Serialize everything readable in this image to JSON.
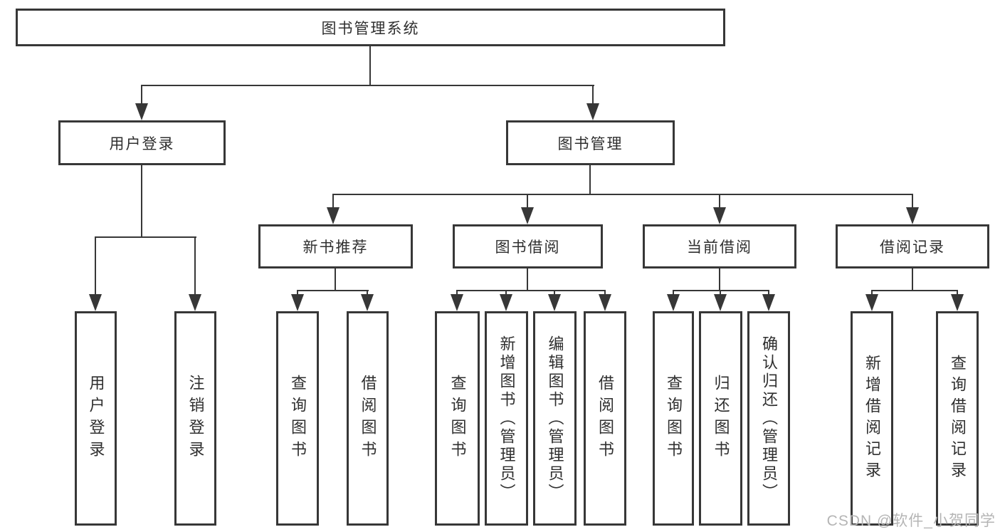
{
  "root": {
    "label": "图书管理系统"
  },
  "login": {
    "label": "用户登录",
    "children": [
      {
        "label": "用户登录"
      },
      {
        "label": "注销登录"
      }
    ]
  },
  "management": {
    "label": "图书管理",
    "groups": [
      {
        "label": "新书推荐",
        "children": [
          {
            "label": "查询图书"
          },
          {
            "label": "借阅图书"
          }
        ]
      },
      {
        "label": "图书借阅",
        "children": [
          {
            "label": "查询图书"
          },
          {
            "label": "新增图书（管理员）"
          },
          {
            "label": "编辑图书（管理员）"
          },
          {
            "label": "借阅图书"
          }
        ]
      },
      {
        "label": "当前借阅",
        "children": [
          {
            "label": "查询图书"
          },
          {
            "label": "归还图书"
          },
          {
            "label": "确认归还（管理员）"
          }
        ]
      },
      {
        "label": "借阅记录",
        "children": [
          {
            "label": "新增借阅记录"
          },
          {
            "label": "查询借阅记录"
          }
        ]
      }
    ]
  },
  "watermark": {
    "text": "CSDN @软件_小贺同学"
  },
  "colors": {
    "line": "#373737",
    "text": "#2f2f2f",
    "watermark": "#b5b5b5",
    "background": "#ffffff"
  }
}
